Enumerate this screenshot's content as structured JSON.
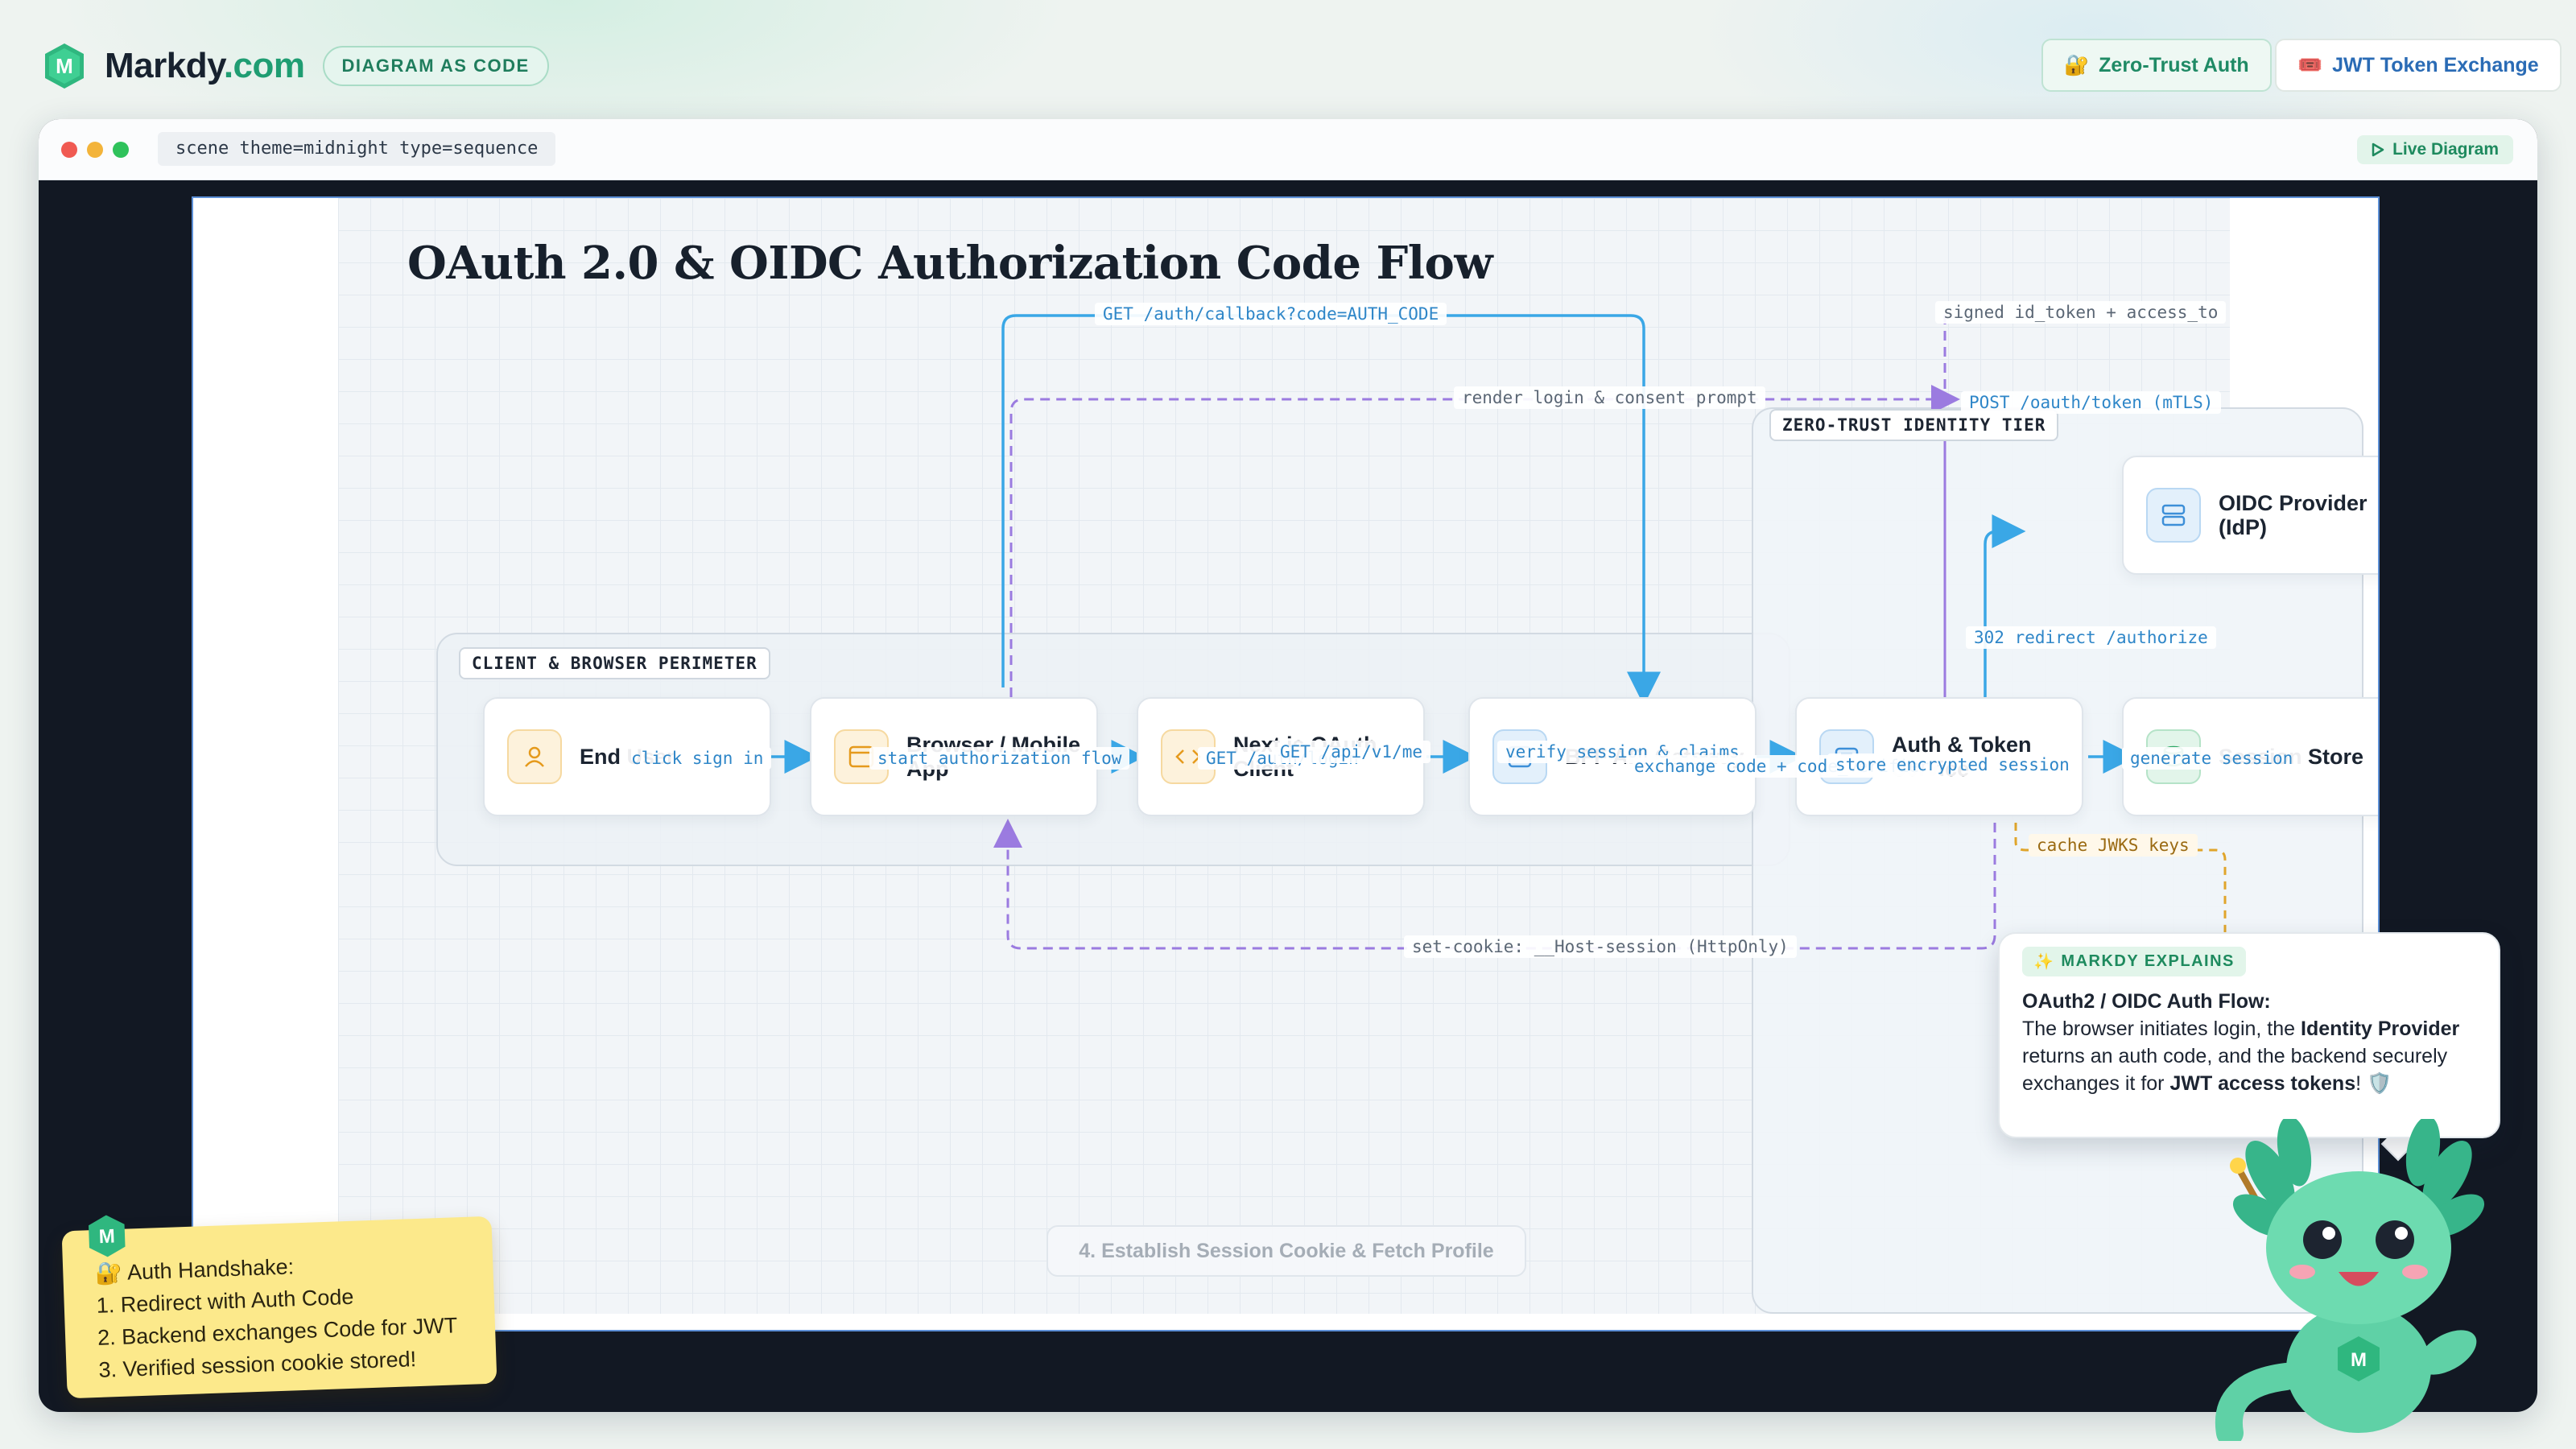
{
  "brand": {
    "name": "Markdy",
    "tld": ".com",
    "tagline": "DIAGRAM AS CODE",
    "logo_letter": "M"
  },
  "top_pills": {
    "zero_trust": "Zero-Trust Auth",
    "jwt": "JWT Token Exchange"
  },
  "window": {
    "scene_code": "scene theme=midnight type=sequence",
    "live_label": "Live Diagram"
  },
  "diagram": {
    "title": "OAuth 2.0 & OIDC Authorization Code Flow",
    "zones": {
      "client": "CLIENT & BROWSER PERIMETER",
      "zero_trust": "ZERO-TRUST IDENTITY TIER"
    },
    "nodes": {
      "end_user": "End User",
      "browser": "Browser / Mobile App",
      "client": "Next.js OAuth Client",
      "bff": "BFF API Gateway",
      "auth": "Auth & Token Service",
      "idp": "OIDC Provider (IdP)",
      "session": "Session Store"
    },
    "edges": {
      "callback": "GET /auth/callback?code=AUTH_CODE",
      "signed": "signed id_token + access_to",
      "render": "render login & consent prompt",
      "post_token": "POST /oauth/token (mTLS)",
      "redirect": "302 redirect /authorize",
      "click": "click sign in",
      "start": "start authorization flow",
      "get_auth": "GET /auth/login",
      "get_me": "GET /api/v1/me",
      "verify": "verify session & claims",
      "exchange": "exchange code + code_verifier",
      "store": "store encrypted session",
      "generate": "generate session",
      "jwks": "cache JWKS keys",
      "cookie": "set-cookie: __Host-session (HttpOnly)"
    },
    "step_caption": "4. Establish Session Cookie & Fetch Profile"
  },
  "note": {
    "heading": "Auth Handshake:",
    "items": [
      "1. Redirect with Auth Code",
      "2. Backend exchanges Code for JWT",
      "3. Verified session cookie stored!"
    ]
  },
  "explainer": {
    "chip": "MARKDY EXPLAINS",
    "title": "OAuth2 / OIDC Auth Flow:",
    "t1": "The browser initiates login, the ",
    "b1": "Identity Provider",
    "t2": " returns an auth code, and the backend securely exchanges it for ",
    "b2": "JWT access tokens",
    "t3": "! 🛡️"
  },
  "colors": {
    "brand_green": "#1f9d72",
    "edge_blue": "#3aa7e6",
    "edge_purple": "#9b7be0",
    "edge_orange": "#e0a52b"
  }
}
